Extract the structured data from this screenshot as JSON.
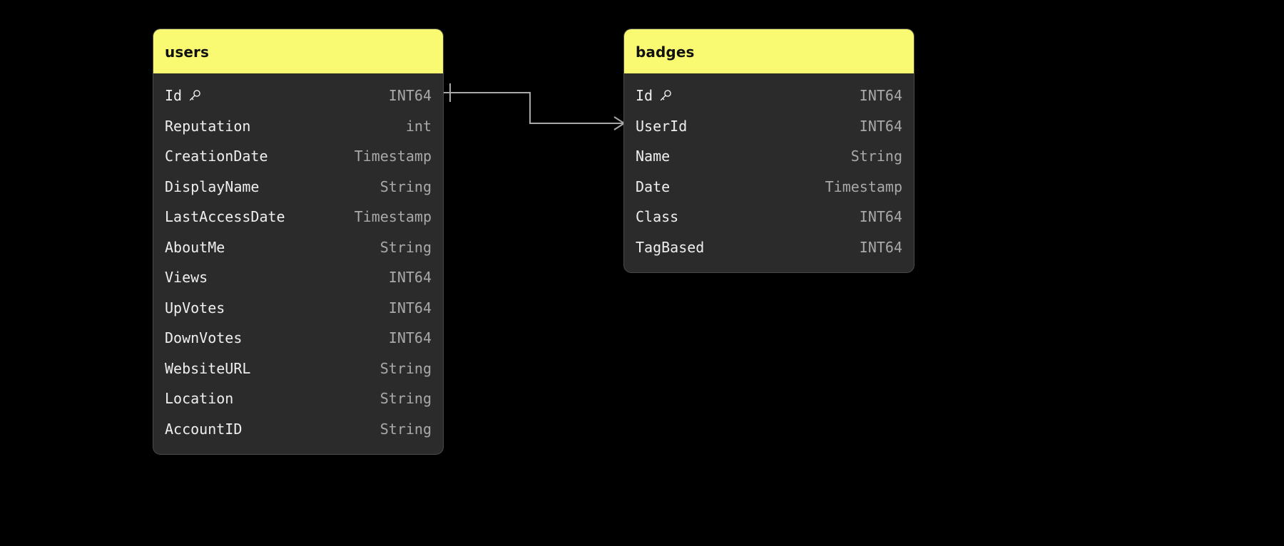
{
  "diagram": {
    "title": "ER Diagram",
    "background_color": "#000000",
    "header_color": "#fafa72",
    "card_color": "#2b2b2b",
    "border_color": "#4a4a4a",
    "name_color": "#efefef",
    "type_color": "#a9a9a9",
    "relation_color": "#a9a9a9"
  },
  "tables": [
    {
      "name": "users",
      "fields": [
        {
          "name": "Id",
          "type": "INT64",
          "key": true,
          "key_icon": "key-icon"
        },
        {
          "name": "Reputation",
          "type": "int",
          "key": false
        },
        {
          "name": "CreationDate",
          "type": "Timestamp",
          "key": false
        },
        {
          "name": "DisplayName",
          "type": "String",
          "key": false
        },
        {
          "name": "LastAccessDate",
          "type": "Timestamp",
          "key": false
        },
        {
          "name": "AboutMe",
          "type": "String",
          "key": false
        },
        {
          "name": "Views",
          "type": "INT64",
          "key": false
        },
        {
          "name": "UpVotes",
          "type": "INT64",
          "key": false
        },
        {
          "name": "DownVotes",
          "type": "INT64",
          "key": false
        },
        {
          "name": "WebsiteURL",
          "type": "String",
          "key": false
        },
        {
          "name": "Location",
          "type": "String",
          "key": false
        },
        {
          "name": "AccountID",
          "type": "String",
          "key": false
        }
      ]
    },
    {
      "name": "badges",
      "fields": [
        {
          "name": "Id",
          "type": "INT64",
          "key": true,
          "key_icon": "key-icon"
        },
        {
          "name": "UserId",
          "type": "INT64",
          "key": false
        },
        {
          "name": "Name",
          "type": "String",
          "key": false
        },
        {
          "name": "Date",
          "type": "Timestamp",
          "key": false
        },
        {
          "name": "Class",
          "type": "INT64",
          "key": false
        },
        {
          "name": "TagBased",
          "type": "INT64",
          "key": false
        }
      ]
    }
  ],
  "relations": [
    {
      "from_table": "users",
      "from_field": "Id",
      "to_table": "badges",
      "to_field": "UserId",
      "from_cardinality": "one",
      "to_cardinality": "many"
    }
  ]
}
